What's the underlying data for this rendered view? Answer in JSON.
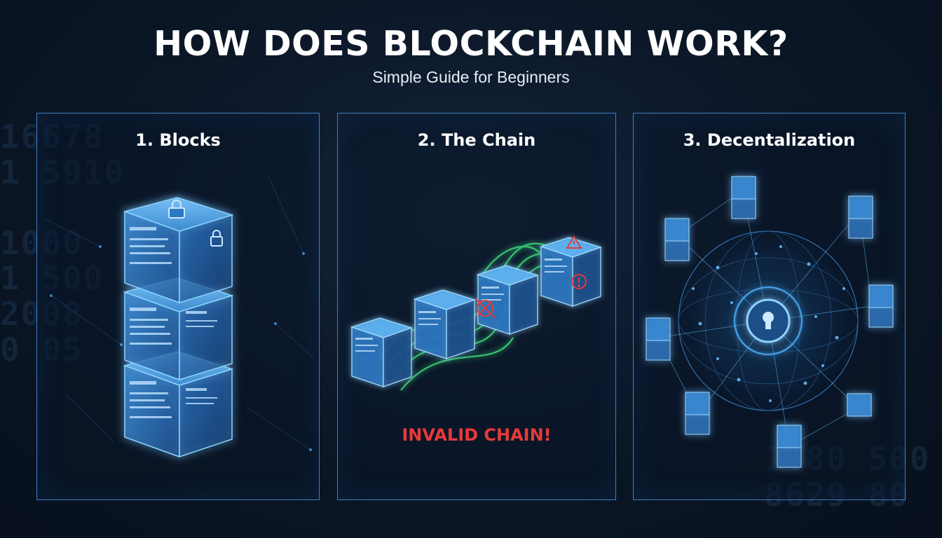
{
  "title": "HOW DOES BLOCKCHAIN WORK?",
  "subtitle": "Simple Guide for Beginners",
  "panels": [
    {
      "title": "1. Blocks"
    },
    {
      "title": "2. The Chain",
      "warning": "INVALID CHAIN!"
    },
    {
      "title": "3. Decentalization"
    }
  ],
  "colors": {
    "accent": "#3e7fc2",
    "glow": "#4fb3ff",
    "chain_link": "#3ee07a",
    "warning": "#e53a3a"
  }
}
